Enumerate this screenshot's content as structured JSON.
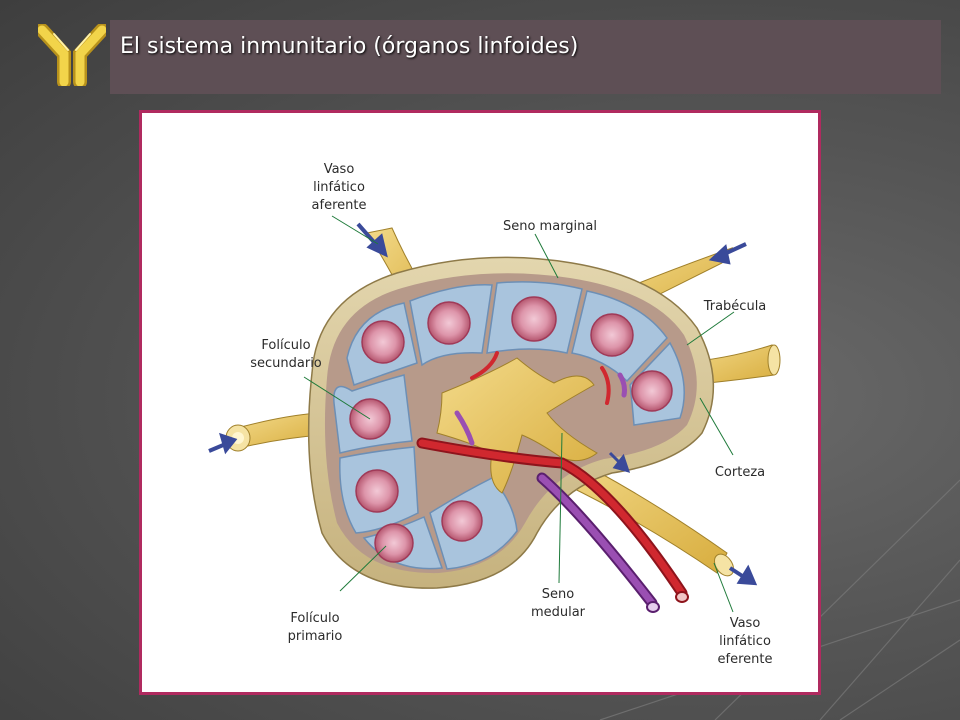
{
  "slide": {
    "title": "El sistema inmunitario (órganos linfoides)"
  },
  "colors": {
    "title_bar": "#5e4f55",
    "diagram_border": "#b02a5f",
    "logo_gold": "#e8c233",
    "follicle_blue": "#a9c4dd",
    "germinal_pink": "#e3a7b9",
    "vessel_yellow": "#e8c770",
    "artery_red": "#c8202a",
    "vein_purple": "#8a3fa0",
    "capsule": "#d8c9a0",
    "arrow_blue": "#3a4a9a"
  },
  "icons": {
    "logo": "antibody-icon"
  },
  "diagram": {
    "labels": {
      "vaso_aferente": "Vaso\nlinfático\naferente",
      "seno_marginal": "Seno marginal",
      "trabecula": "Trabécula",
      "foliculo_secundario": "Folículo\nsecundario",
      "corteza": "Corteza",
      "seno_medular": "Seno\nmedular",
      "foliculo_primario": "Folículo\nprimario",
      "vaso_eferente": "Vaso\nlinfático\neferente"
    }
  }
}
